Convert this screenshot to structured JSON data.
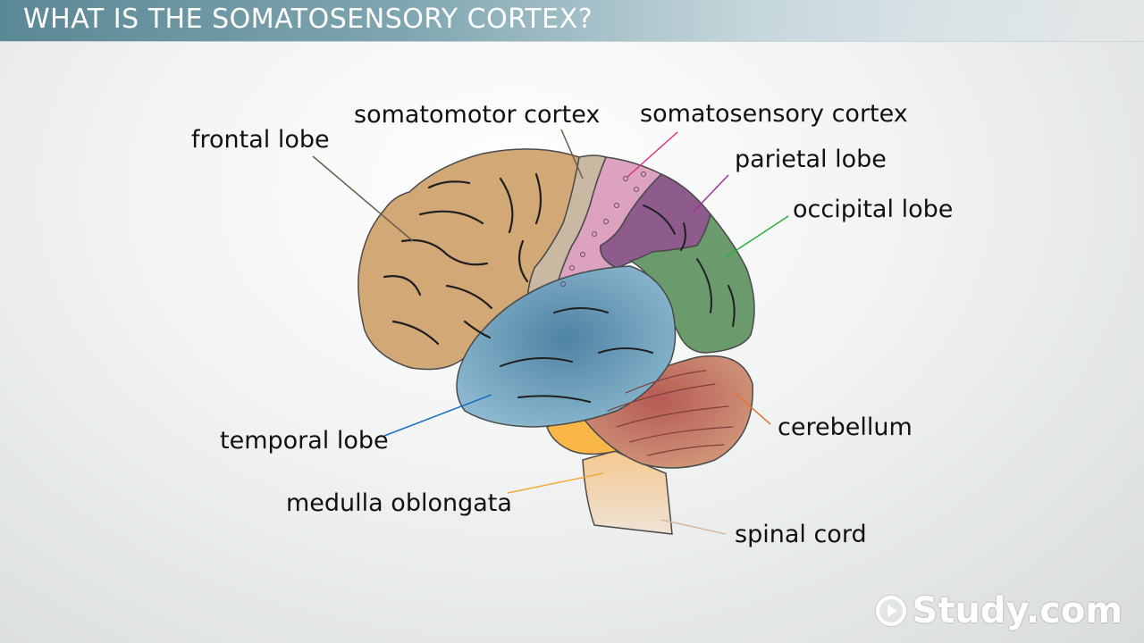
{
  "slide": {
    "title": "WHAT IS THE SOMATOSENSORY CORTEX?"
  },
  "diagram": {
    "labels": {
      "frontal_lobe": "frontal lobe",
      "somatomotor_cortex": "somatomotor cortex",
      "somatosensory_cortex": "somatosensory cortex",
      "parietal_lobe": "parietal lobe",
      "occipital_lobe": "occipital lobe",
      "temporal_lobe": "temporal lobe",
      "cerebellum": "cerebellum",
      "medulla_oblongata": "medulla oblongata",
      "spinal_cord": "spinal cord"
    },
    "colors": {
      "frontal": "#d2a877",
      "somatomotor": "#c9b8a2",
      "somatosensory": "#dca2c0",
      "parietal": "#8d5b8c",
      "occipital": "#6b9a6d",
      "temporal": "#78a9c4",
      "cerebellum": "#c06f66",
      "medulla": "#f8b646",
      "spinal_cord": "#ebdccd"
    }
  },
  "logo": {
    "text": "Study.com",
    "icon": "play-circle-icon"
  }
}
